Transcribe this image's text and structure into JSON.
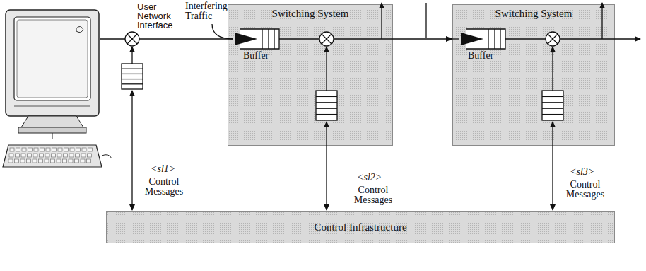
{
  "diagram": {
    "nodes": [
      {
        "text": [
          "Switching System"
        ]
      },
      {
        "text": [
          "Switching System"
        ]
      },
      {
        "text": [
          "Control Infrastructure"
        ]
      }
    ],
    "edges": [
      {
        "from": 0,
        "to": 1,
        "arrow": "to"
      }
    ],
    "labels": [
      "User Network Interface",
      "Interfering Traffic",
      "Buffer",
      "Buffer",
      "<sl1>",
      "Control Messages",
      "<sl2>",
      "Control Messages",
      "<sl3>",
      "Control Messages"
    ]
  }
}
